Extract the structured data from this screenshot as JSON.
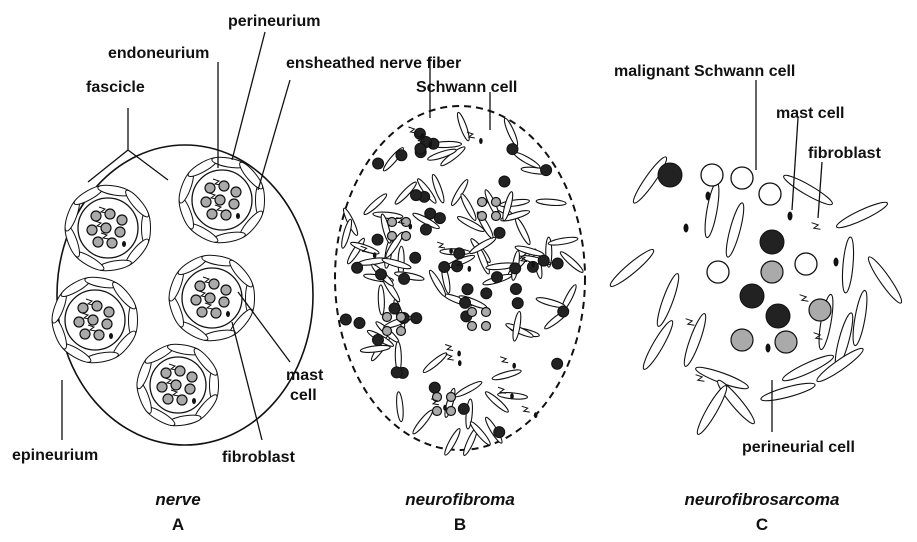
{
  "panels": {
    "A": {
      "caption": "nerve",
      "letter": "A",
      "labels": {
        "perineurium": "perineurium",
        "endoneurium": "endoneurium",
        "fascicle": "fascicle",
        "epineurium": "epineurium",
        "mast_cell": "mast cell",
        "fibroblast": "fibroblast"
      }
    },
    "B": {
      "caption": "neurofibroma",
      "letter": "B",
      "labels": {
        "ensheathed": "ensheathed nerve fiber",
        "schwann": "Schwann cell"
      }
    },
    "C": {
      "caption": "neurofibrosarcoma",
      "letter": "C",
      "labels": {
        "malignant": "malignant Schwann cell",
        "mast_cell": "mast cell",
        "fibroblast": "fibroblast",
        "perineurial": "perineurial cell"
      }
    }
  },
  "colors": {
    "ink": "#111111",
    "axon_fill": "#aaaaaa",
    "schwann_fill": "#222222",
    "background": "#ffffff"
  }
}
